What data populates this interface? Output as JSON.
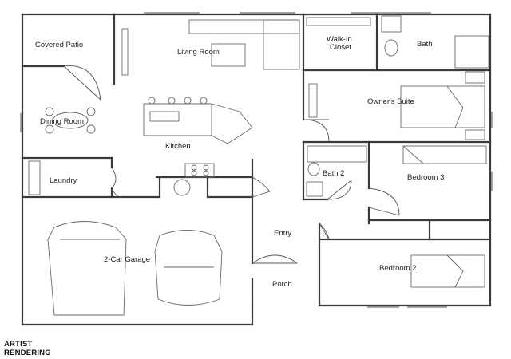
{
  "rooms": {
    "covered_patio": "Covered Patio",
    "living_room": "Living Room",
    "walk_in_closet_line1": "Walk-In",
    "walk_in_closet_line2": "Closet",
    "bath": "Bath",
    "owners_suite": "Owner's Suite",
    "dining_room": "Dining Room",
    "kitchen": "Kitchen",
    "bath_2": "Bath 2",
    "bedroom_3": "Bedroom 3",
    "laundry": "Laundry",
    "entry": "Entry",
    "garage": "2-Car Garage",
    "bedroom_2": "Bedroom 2",
    "porch": "Porch"
  },
  "footnote": {
    "line1": "ARTIST",
    "line2": "RENDERING"
  }
}
